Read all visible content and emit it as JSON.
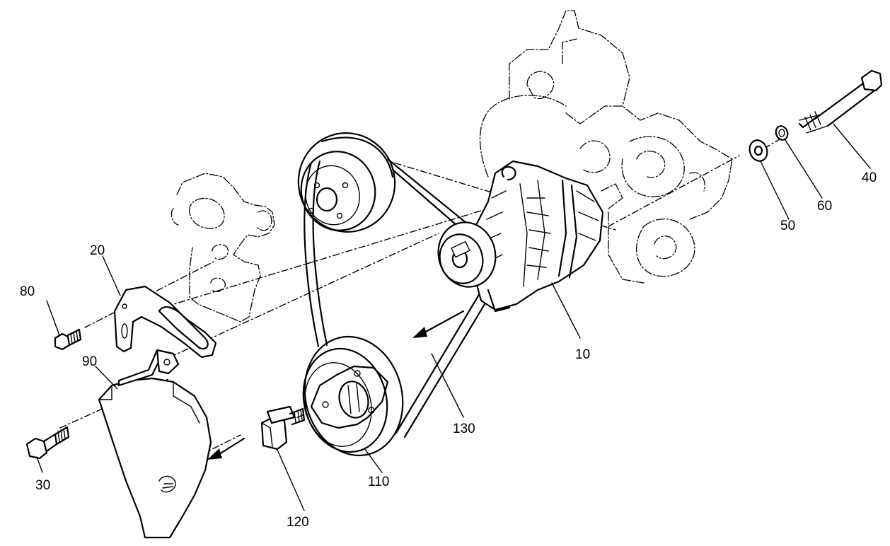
{
  "callouts": {
    "c10": "10",
    "c20": "20",
    "c30": "30",
    "c40": "40",
    "c50": "50",
    "c60": "60",
    "c80": "80",
    "c90": "90",
    "c110": "110",
    "c120": "120",
    "c130": "130"
  }
}
